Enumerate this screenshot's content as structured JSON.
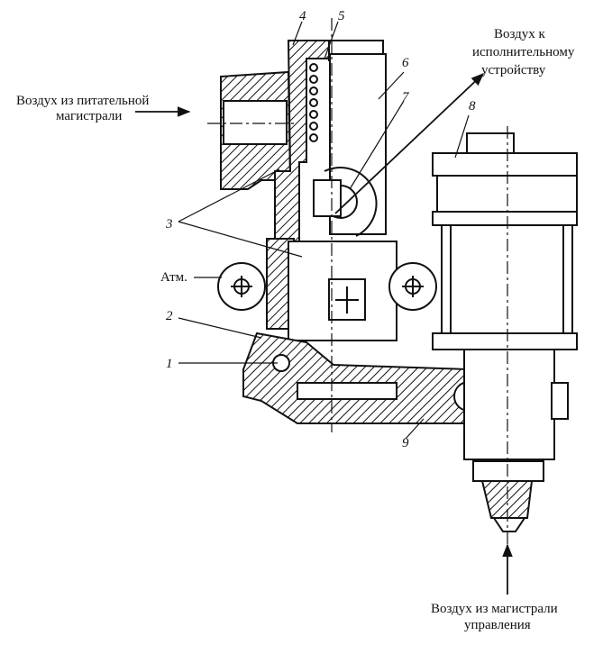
{
  "labels": {
    "air_supply_line": [
      "Воздух из питательной",
      "магистрали"
    ],
    "air_to_actuator": [
      "Воздух к",
      "исполнительному",
      "устройству"
    ],
    "atmosphere": "Атм.",
    "air_control_line": [
      "Воздух из магистрали",
      "управления"
    ]
  },
  "part_numbers": [
    "1",
    "2",
    "3",
    "4",
    "5",
    "6",
    "7",
    "8",
    "9"
  ],
  "colors": {
    "ink": "#111111",
    "background": "#ffffff"
  }
}
